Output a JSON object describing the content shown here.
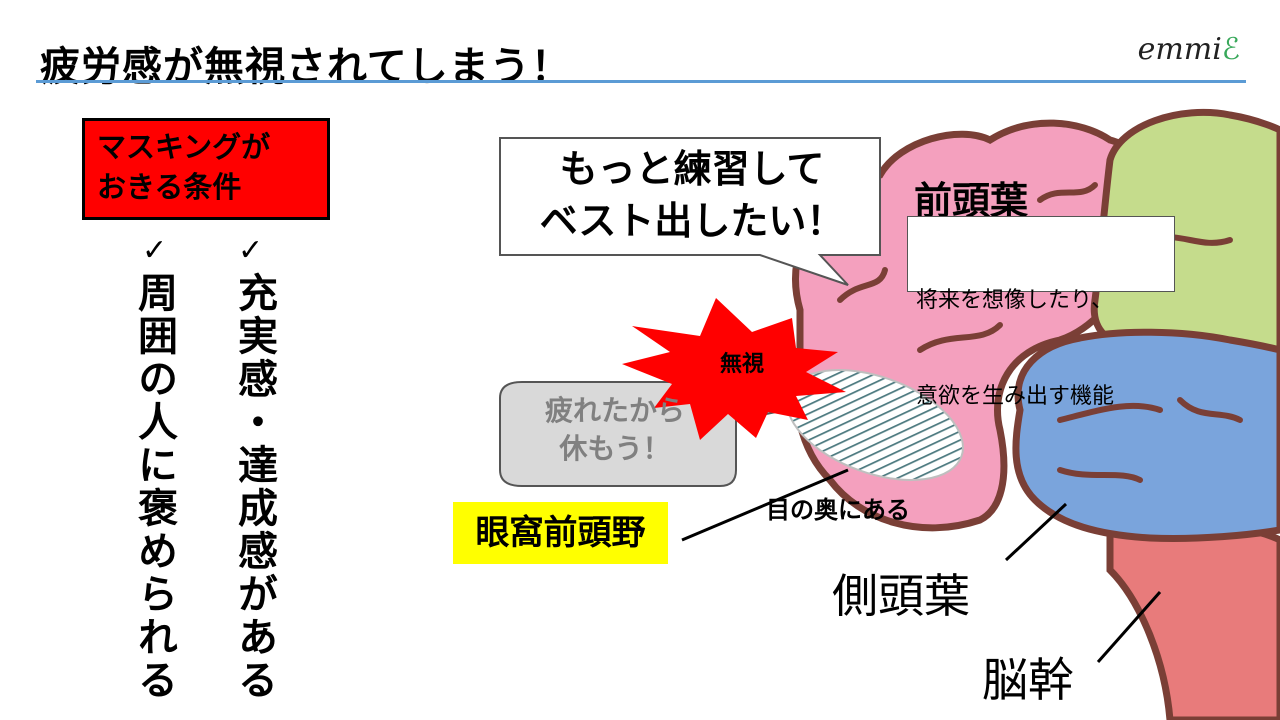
{
  "title": "疲労感が無視されてしまう！",
  "logo": {
    "text": "emmi",
    "mark": "ℰ"
  },
  "conditions": {
    "heading": [
      "マスキングが",
      "おきる条件"
    ],
    "check_glyph": "✓",
    "items": [
      "充実感・達成感がある",
      "周囲の人に褒められる"
    ]
  },
  "brain": {
    "speech_bubble": [
      "もっと練習して",
      "ベスト出したい！"
    ],
    "frontal_lobe": {
      "label": "前頭葉",
      "description": [
        "将来を想像したり、",
        "意欲を生み出す機能"
      ]
    },
    "fatigue_bubble": [
      "疲れたから",
      "休もう！"
    ],
    "ignore_label": "無視",
    "orbitofrontal": {
      "label": "眼窩前頭野",
      "note": "目の奥にある"
    },
    "temporal_label": "側頭葉",
    "brainstem_label": "脳幹"
  },
  "colors": {
    "frontal": "#f4a0be",
    "parietal": "#c5dc8c",
    "temporal": "#7aa4dc",
    "stem": "#e87b7b",
    "outline": "#7a3f36",
    "alert": "#ff0000",
    "highlight": "#ffff00",
    "rule": "#5b9bd5"
  }
}
